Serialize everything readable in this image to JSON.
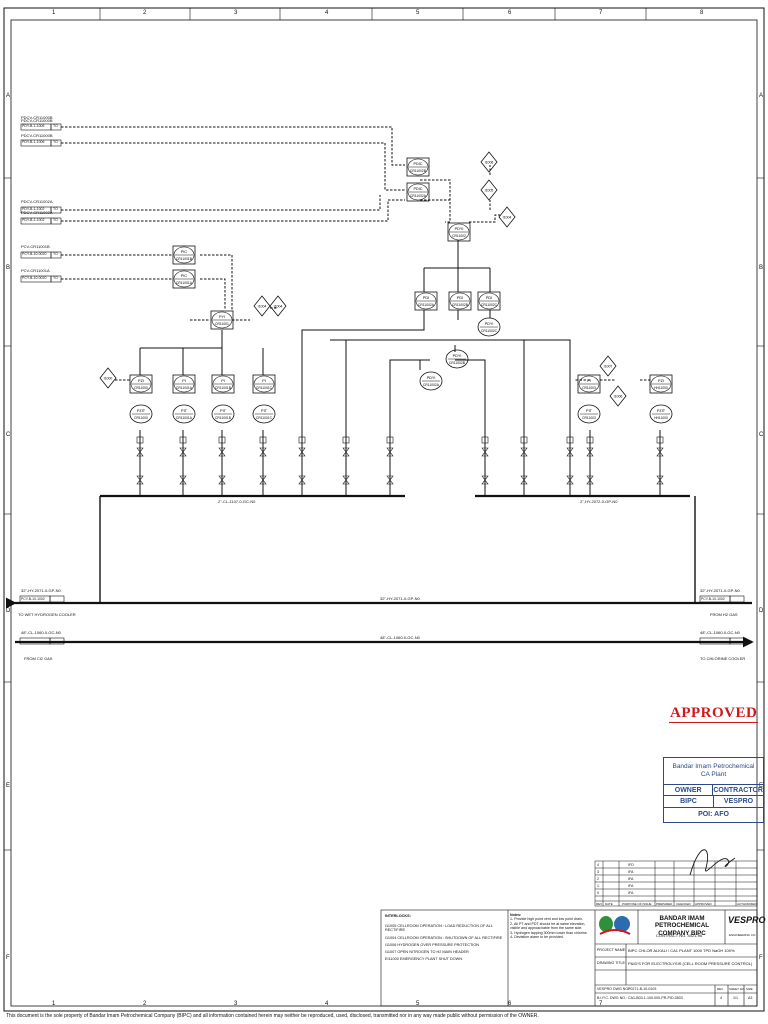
{
  "grid": {
    "cols": [
      "1",
      "2",
      "3",
      "4",
      "5",
      "6",
      "7",
      "8"
    ],
    "rows": [
      "A",
      "B",
      "C",
      "D",
      "E",
      "F"
    ]
  },
  "left_signals": [
    {
      "title": "PDCV-CR11000B",
      "tag": "PDY-B-1-1006",
      "to": "TO"
    },
    {
      "title": "PDCV-CR11000B",
      "tag": "PDY-B-1-1006",
      "to": "TO"
    },
    {
      "title": "PDCV-CR11002A",
      "tag": "PDY-B-1-1002",
      "to": "TO"
    },
    {
      "title": "PDCV-CR11002A",
      "tag": "PDY-B-1-1002",
      "to": "TO"
    },
    {
      "title": "PCV-CR11001B",
      "tag": "PCY-B-10-0020",
      "to": "TO"
    },
    {
      "title": "PCV-CR11001A",
      "tag": "PCY-B-10-0020",
      "to": "TO"
    }
  ],
  "instruments": {
    "pdic_a": {
      "top": "PDIC",
      "bottom": "CR11002B"
    },
    "pdic_b": {
      "top": "PDIC",
      "bottom": "CR11002A"
    },
    "pdyi": {
      "top": "PDYI",
      "bottom": "CR11002"
    },
    "pic_a": {
      "top": "PIC",
      "bottom": "CR11001B"
    },
    "pic_b": {
      "top": "PIC",
      "bottom": "CR11001A"
    },
    "pyi": {
      "top": "PYI",
      "bottom": "CR11001"
    },
    "pdi_a": {
      "top": "PDI",
      "bottom": "CR11002A"
    },
    "pdi_b": {
      "top": "PDI",
      "bottom": "CR11002B"
    },
    "pdi_c": {
      "top": "PDI",
      "bottom": "CR11002C"
    },
    "pdyi_b": {
      "top": "PDYI",
      "bottom": "CR11002C"
    },
    "pdyi_c": {
      "top": "PDYI",
      "bottom": "CR11002B"
    },
    "pdyi_d": {
      "top": "PDYI",
      "bottom": "CR11002A"
    },
    "pi_1": {
      "top": "PZI",
      "bottom": "CR11000"
    },
    "pi_2": {
      "top": "PI",
      "bottom": "CR11001A"
    },
    "pi_3": {
      "top": "PI",
      "bottom": "CR11001B"
    },
    "pi_4": {
      "top": "PI",
      "bottom": "CR11001C"
    },
    "pt_1": {
      "top": "PZIT",
      "bottom": "CR11000"
    },
    "pt_2": {
      "top": "PIT",
      "bottom": "CR11001A"
    },
    "pt_3": {
      "top": "PIT",
      "bottom": "CR11001B"
    },
    "pt_4": {
      "top": "PIT",
      "bottom": "CR11001C"
    },
    "pi_r": {
      "top": "PI",
      "bottom": "CR11003"
    },
    "pzi_r": {
      "top": "PZI",
      "bottom": "HH11000"
    },
    "pit_r": {
      "top": "PIT",
      "bottom": "CR11003"
    },
    "pzit_r": {
      "top": "PZIT",
      "bottom": "HH11000"
    }
  },
  "diamonds": [
    "I1006",
    "I1005",
    "I1004",
    "I1004",
    "I1004",
    "I1000",
    "I1007",
    "I1006"
  ],
  "lines": {
    "header1": "2\"-CL-1107-0-GC-N0",
    "header2": "2\"-HY-2072-0-GP-N0",
    "hydrogen_top": "32\"-HY-2071-0-GP-N0",
    "hydrogen_tag": "PCY-B-10-1002",
    "hydrogen_to": "TO WET HYDROGEN COOLER",
    "hydrogen_mid": "32\"-HY-2071-0-GP-N0",
    "hydrogen_right": "32\"-HY-2071-0-GP-N0",
    "hydrogen_right_tag": "PCY-B-10-1002",
    "hydrogen_from": "FROM H2 GAS",
    "chlorine_top": "48\"-CL-1060-0-GC-N0",
    "chlorine_mid": "48\"-CL-1060-0-GC-N0",
    "chlorine_right": "48\"-CL-1060-0-GC-N0",
    "chlorine_from": "FROM Cl2 GAS",
    "chlorine_to": "TO CHLORINE COOLER"
  },
  "stamp": "APPROVED",
  "owner_box": {
    "title": "Bandar Imam Petrochemical CA Plant",
    "owner_label": "OWNER",
    "contractor_label": "CONTRACTOR",
    "owner": "BIPC",
    "contractor": "VESPRO",
    "poi": "POI: AFO"
  },
  "interlocks": {
    "heading": "INTERLOCKS:",
    "items": [
      "I11005 CELLROOM OPERATION : LOAD REDUCTION OF ALL RECTIFIRE",
      "I11004 CELLROOM OPERATION : SHUTDOWN OF ALL RECTIFIRE",
      "I11006 HYDROGEN OVER PRESSURE PROTECTION",
      "I11007 OPEN NITROGEN TO H2 MAIN HEADER",
      "EI11000 EMERGENCY PLANT SHUT DOWN"
    ]
  },
  "notes": {
    "heading": "Notes:",
    "items": [
      "1- Provide high point vent and low point drain.",
      "2- All PT and PDT should be at same elevation, visible and approachable from the same side.",
      "3- Hydrogen tapping 300mm lower than chlorine.",
      "4- Deviation alarm to be provided."
    ]
  },
  "revisions": [
    {
      "rev": "4",
      "date": "",
      "purpose": "IFD",
      "prepared": "",
      "checked": "",
      "approved": "",
      "authorized": ""
    },
    {
      "rev": "3",
      "date": "",
      "purpose": "IFA",
      "prepared": "",
      "checked": "",
      "approved": "",
      "authorized": ""
    },
    {
      "rev": "2",
      "date": "",
      "purpose": "IFA",
      "prepared": "",
      "checked": "",
      "approved": "",
      "authorized": ""
    },
    {
      "rev": "1",
      "date": "",
      "purpose": "IFA",
      "prepared": "",
      "checked": "",
      "approved": "",
      "authorized": ""
    },
    {
      "rev": "0",
      "date": "",
      "purpose": "IFA",
      "prepared": "",
      "checked": "",
      "approved": "",
      "authorized": ""
    }
  ],
  "rev_header": [
    "REV",
    "DATE",
    "PURPOSE OF ISSUE",
    "PREPARED",
    "CHECKED",
    "APPROVED",
    "AUTHORIZED"
  ],
  "title_block": {
    "company": "BANDAR IMAM PETROCHEMICAL COMPANY BIPC",
    "contract": "CONTRACT NO. 4021-96",
    "contractor_logo": "VESPRO",
    "contractor_sub": "ENGINEERING CO.",
    "project_label": "PROJECT NAME:",
    "project": "BIPC CHLOR ALKALI / CA1 PLANT 1000 TPD NaOH 100%",
    "drawing_label": "DRAWING TITLE:",
    "drawing": "P&ID'S FOR ELECTROLYSIS (CELL ROOM PRESSURE CONTROL)",
    "vespro_no_label": "VESPRO DWG NO.:",
    "vespro_no": "P0271-B-10-0103",
    "bipc_no_label": "B.I.P.C. DWG NO.:",
    "bipc_no": "CA1-B03-1-100-000-PR-PID-0503",
    "rev_label": "REV.",
    "sheet_label": "SHEET NO.",
    "size_label": "SIZE",
    "rev": "4",
    "sheet": "1/1",
    "size": "A3"
  },
  "footer": "This document is the sole property of Bandar Imam Petrochemical Company (BIPC) and all information contained herein may neither be reproduced, used, disclosed, transmitted nor in any way made public without permission of the OWNER."
}
